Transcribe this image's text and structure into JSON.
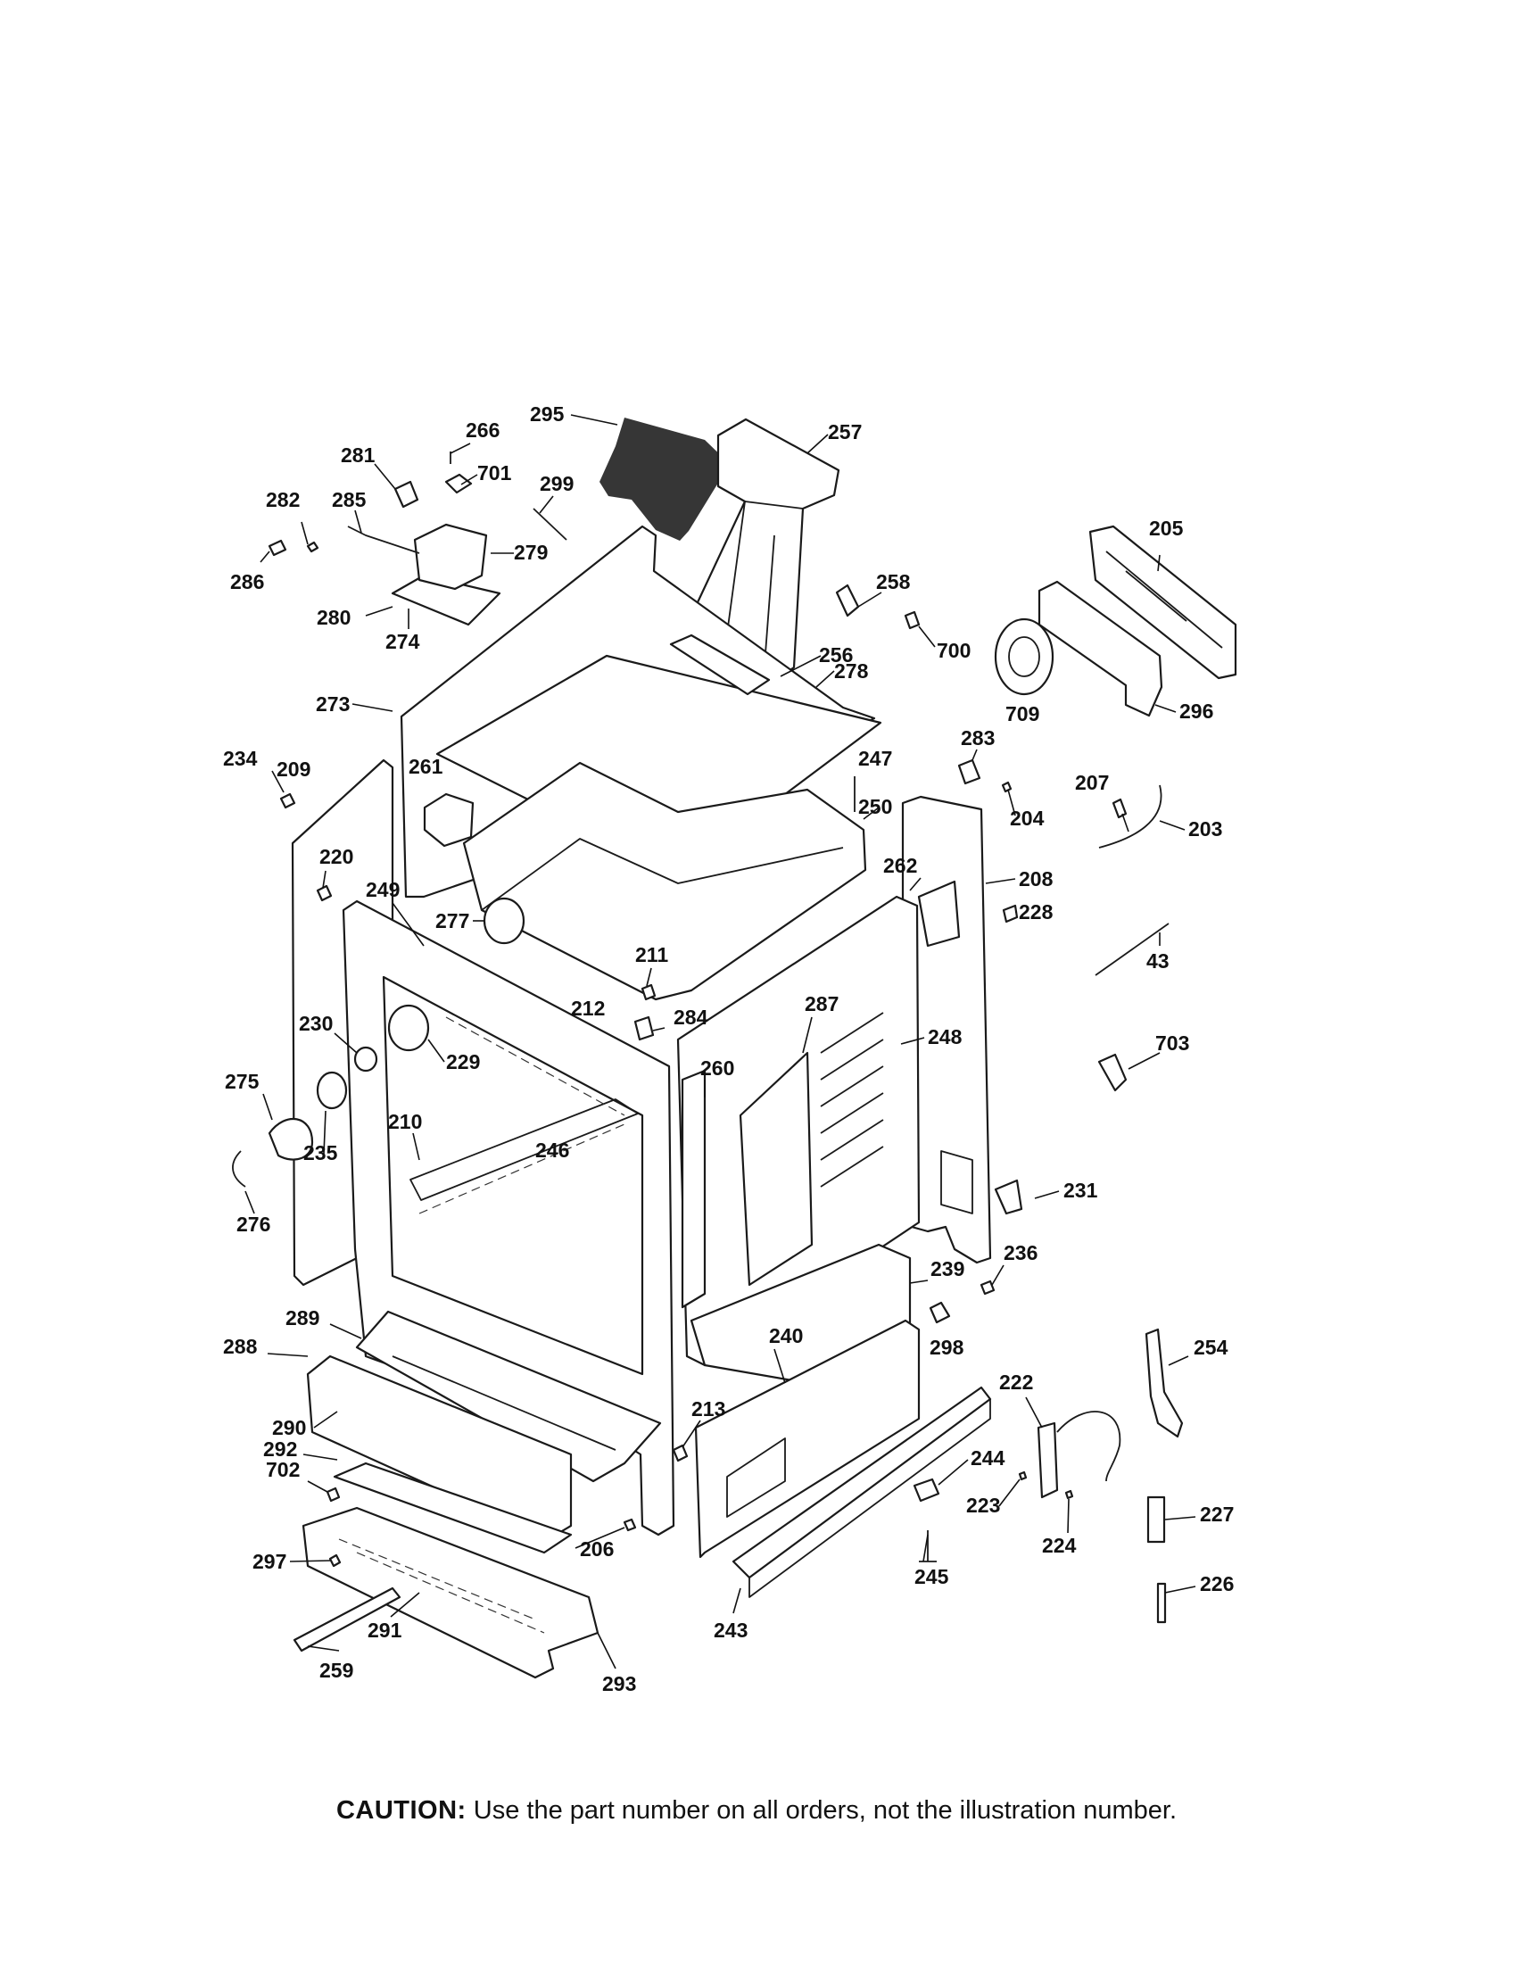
{
  "diagram": {
    "callouts": [
      "266",
      "295",
      "257",
      "281",
      "701",
      "299",
      "282",
      "285",
      "279",
      "286",
      "280",
      "274",
      "205",
      "258",
      "700",
      "256",
      "278",
      "709",
      "296",
      "273",
      "283",
      "234",
      "209",
      "261",
      "247",
      "204",
      "207",
      "203",
      "250",
      "208",
      "220",
      "262",
      "228",
      "249",
      "277",
      "43",
      "211",
      "212",
      "284",
      "287",
      "248",
      "230",
      "229",
      "703",
      "260",
      "275",
      "210",
      "246",
      "235",
      "231",
      "276",
      "236",
      "239",
      "298",
      "289",
      "240",
      "288",
      "254",
      "222",
      "213",
      "290",
      "244",
      "292",
      "223",
      "702",
      "224",
      "227",
      "206",
      "297",
      "245",
      "226",
      "291",
      "243",
      "259",
      "293"
    ]
  },
  "footer": {
    "caution_label": "CAUTION:",
    "caution_text": " Use the part number on all orders, not the illustration number."
  }
}
